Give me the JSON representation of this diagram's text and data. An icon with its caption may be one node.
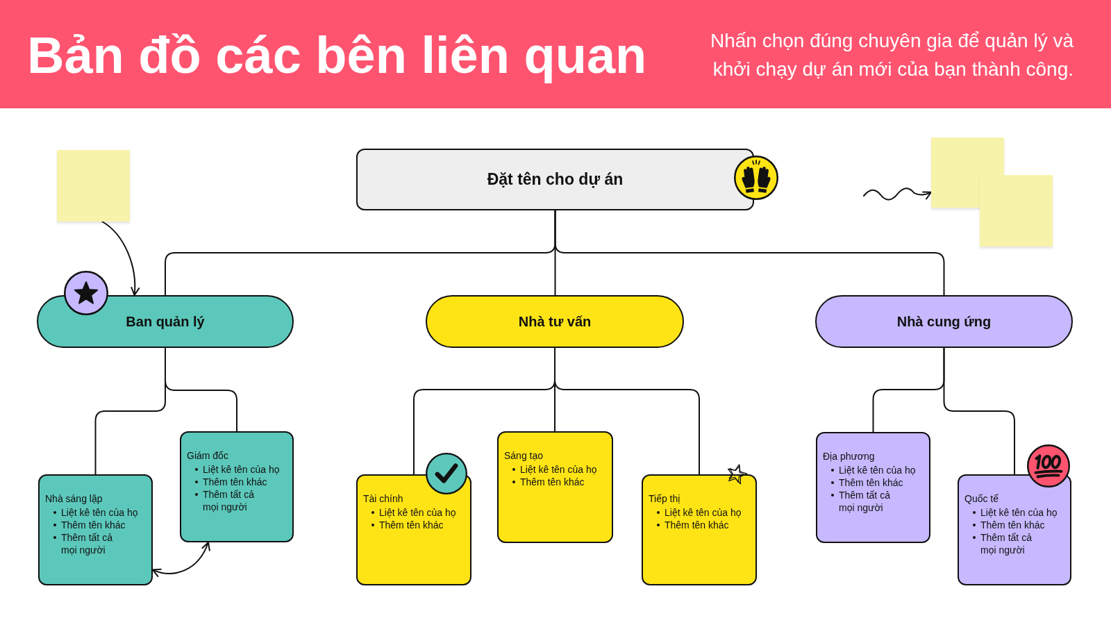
{
  "diagram": {
    "title": "Bản đồ các bên liên quan",
    "nodes": [
      {
        "text": [],
        "shape": "box"
      },
      {
        "text": [
          "Đặt tên cho dự án"
        ]
      },
      {
        "text": [],
        "shape": "box"
      },
      {
        "text": [],
        "shape": "box"
      },
      {
        "text": [
          "Ban quản lý"
        ]
      },
      {
        "text": [
          "Nhà tư vấn"
        ]
      },
      {
        "text": [
          "Nhà cung ứng"
        ]
      },
      {
        "text": [
          "Nhà sáng lập",
          "Liệt kê tên của họ",
          "Thêm tên khác",
          "Thêm tất cả mọi người"
        ]
      },
      {
        "text": [
          "Giám đốc",
          "Liệt kê tên của họ",
          "Thêm tên khác",
          "Thêm tất cả mọi người"
        ]
      },
      {
        "text": [
          "Tài chính",
          "Liệt kê tên của họ",
          "Thêm tên khác"
        ]
      },
      {
        "text": [
          "Sáng tạo",
          "Liệt kê tên của họ",
          "Thêm tên khác"
        ]
      },
      {
        "text": [
          "Tiếp thị",
          "Liệt kê tên của họ",
          "Thêm tên khác"
        ]
      },
      {
        "text": [
          "Địa phương",
          "Liệt kê tên của họ",
          "Thêm tên khác",
          "Thêm tất cả mọi người"
        ]
      },
      {
        "text": [
          "Quốc tế",
          "Liệt kê tên của họ",
          "Thêm tên khác",
          "Thêm tất cả mọi người"
        ]
      }
    ],
    "edges": [
      {
        "from": 1,
        "to": 4,
        "arrow": "none"
      },
      {
        "from": 1,
        "to": 5,
        "arrow": "none"
      },
      {
        "from": 1,
        "to": 6,
        "arrow": "none"
      },
      {
        "from": 4,
        "to": 7,
        "arrow": "none"
      },
      {
        "from": 4,
        "to": 8,
        "arrow": "none"
      },
      {
        "from": 5,
        "to": 9,
        "arrow": "none"
      },
      {
        "from": 5,
        "to": 10,
        "arrow": "none"
      },
      {
        "from": 5,
        "to": 11,
        "arrow": "none"
      },
      {
        "from": 6,
        "to": 12,
        "arrow": "none"
      },
      {
        "from": 6,
        "to": 13,
        "arrow": "none"
      },
      {
        "from": 0,
        "to": 4,
        "arrow": "to"
      },
      {
        "from": null,
        "to": 2,
        "arrow": "to"
      },
      {
        "from": 7,
        "to": 8,
        "arrow": "both"
      }
    ],
    "labels": [
      "Nhấn chọn đúng chuyên gia để quản lý và khởi chạy dự án mới của bạn thành công."
    ]
  }
}
